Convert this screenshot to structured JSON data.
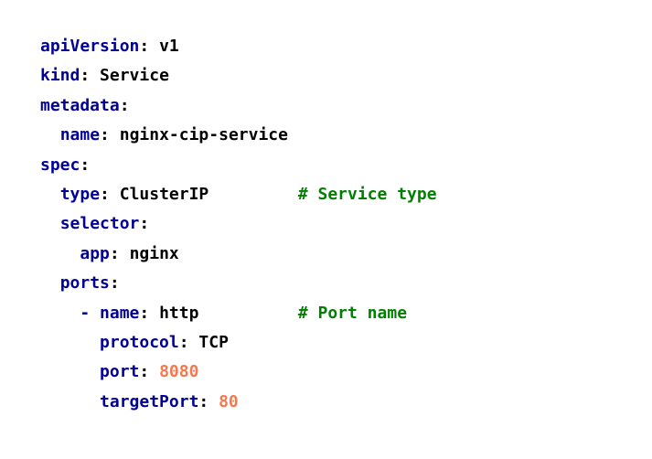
{
  "colors": {
    "background": "#FFFFFF",
    "key": "#000099",
    "text": "#000000",
    "comment": "#008000",
    "number": "#F4794E"
  },
  "code": {
    "lines": [
      [
        {
          "t": "key",
          "s": "apiVersion"
        },
        {
          "t": "punct",
          "s": ": "
        },
        {
          "t": "value",
          "s": "v1"
        }
      ],
      [
        {
          "t": "key",
          "s": "kind"
        },
        {
          "t": "punct",
          "s": ": "
        },
        {
          "t": "value",
          "s": "Service"
        }
      ],
      [
        {
          "t": "key",
          "s": "metadata"
        },
        {
          "t": "punct",
          "s": ":"
        }
      ],
      [
        {
          "t": "space",
          "s": "  "
        },
        {
          "t": "key",
          "s": "name"
        },
        {
          "t": "punct",
          "s": ": "
        },
        {
          "t": "value",
          "s": "nginx-cip-service"
        }
      ],
      [
        {
          "t": "key",
          "s": "spec"
        },
        {
          "t": "punct",
          "s": ":"
        }
      ],
      [
        {
          "t": "space",
          "s": "  "
        },
        {
          "t": "key",
          "s": "type"
        },
        {
          "t": "punct",
          "s": ": "
        },
        {
          "t": "value",
          "s": "ClusterIP"
        },
        {
          "t": "space",
          "s": "         "
        },
        {
          "t": "comment",
          "s": "# Service type"
        }
      ],
      [
        {
          "t": "space",
          "s": "  "
        },
        {
          "t": "key",
          "s": "selector"
        },
        {
          "t": "punct",
          "s": ":"
        }
      ],
      [
        {
          "t": "space",
          "s": "    "
        },
        {
          "t": "key",
          "s": "app"
        },
        {
          "t": "punct",
          "s": ": "
        },
        {
          "t": "value",
          "s": "nginx"
        }
      ],
      [
        {
          "t": "space",
          "s": "  "
        },
        {
          "t": "key",
          "s": "ports"
        },
        {
          "t": "punct",
          "s": ":"
        }
      ],
      [
        {
          "t": "space",
          "s": "    "
        },
        {
          "t": "dash",
          "s": "- "
        },
        {
          "t": "key",
          "s": "name"
        },
        {
          "t": "punct",
          "s": ": "
        },
        {
          "t": "value",
          "s": "http"
        },
        {
          "t": "space",
          "s": "          "
        },
        {
          "t": "comment",
          "s": "# Port name"
        }
      ],
      [
        {
          "t": "space",
          "s": "      "
        },
        {
          "t": "key",
          "s": "protocol"
        },
        {
          "t": "punct",
          "s": ": "
        },
        {
          "t": "value",
          "s": "TCP"
        }
      ],
      [
        {
          "t": "space",
          "s": "      "
        },
        {
          "t": "key",
          "s": "port"
        },
        {
          "t": "punct",
          "s": ": "
        },
        {
          "t": "number",
          "s": "8080"
        }
      ],
      [
        {
          "t": "space",
          "s": "      "
        },
        {
          "t": "key",
          "s": "targetPort"
        },
        {
          "t": "punct",
          "s": ": "
        },
        {
          "t": "number",
          "s": "80"
        }
      ]
    ]
  }
}
